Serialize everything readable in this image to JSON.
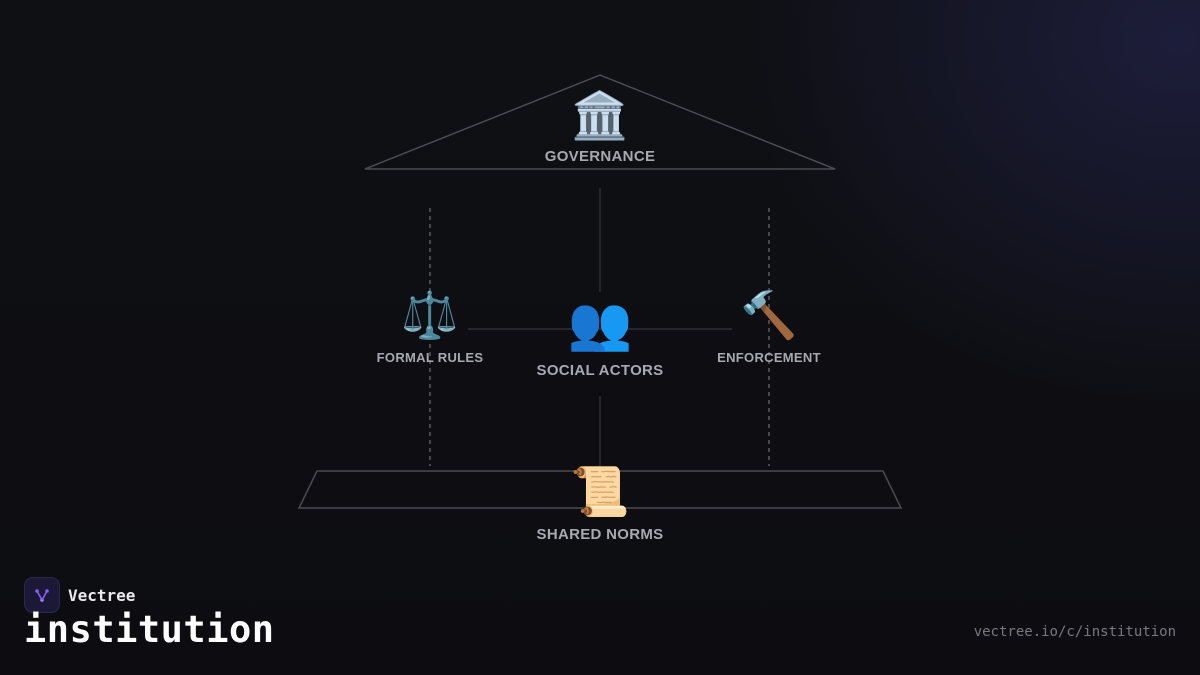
{
  "diagram": {
    "governance": {
      "icon": "🏛️",
      "icon_name": "classical-building-icon",
      "label": "GOVERNANCE"
    },
    "formal_rules": {
      "icon": "⚖️",
      "icon_name": "balance-scale-icon",
      "label": "FORMAL RULES"
    },
    "social_actors": {
      "icon": "👥",
      "icon_name": "people-silhouettes-icon",
      "label": "SOCIAL ACTORS"
    },
    "enforcement": {
      "icon": "🔨",
      "icon_name": "hammer-icon",
      "label": "ENFORCEMENT"
    },
    "shared_norms": {
      "icon": "📜",
      "icon_name": "scroll-icon",
      "label": "SHARED NORMS"
    }
  },
  "brand": {
    "name": "Vectree",
    "logo_icon": "vectree-logo-icon",
    "accent": "#8b5cf6"
  },
  "page": {
    "title": "institution",
    "url": "vectree.io/c/institution"
  }
}
